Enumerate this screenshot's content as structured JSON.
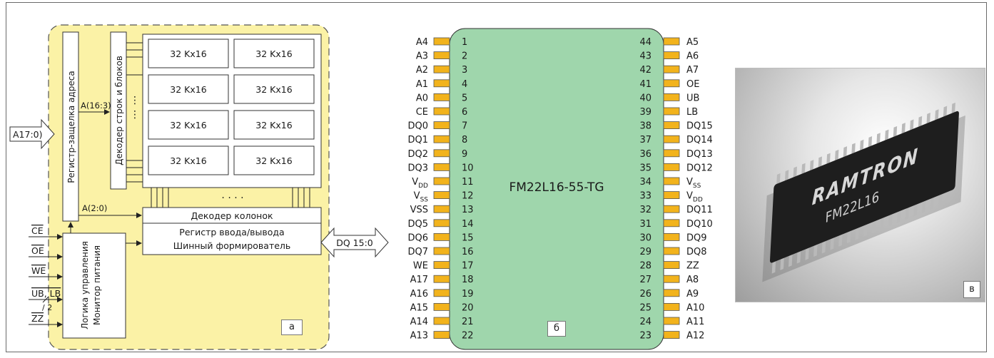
{
  "block_a": {
    "latch_label": "Регистр-защелка адреса",
    "decoder_rows_label": "Декодер строк и блоков",
    "cells": [
      "32 Kx16",
      "32 Kx16",
      "32 Kx16",
      "32 Kx16",
      "32 Kx16",
      "32 Kx16",
      "32 Kx16",
      "32 Kx16"
    ],
    "addr_input": "A17:0)",
    "bus_high": "A(16:3)",
    "bus_low": "A(2:0)",
    "col_decoder": "Декодер колонок",
    "io_line1": "Регистр ввода/вывода",
    "io_line2": "Шинный формирователь",
    "control_line1": "Логика управления",
    "control_line2": "Монитор питания",
    "signals": [
      "CE",
      "OE",
      "WE",
      "UB, LB",
      "ZZ"
    ],
    "fraction": "/ 2",
    "dq": "DQ 15:0",
    "tag": "a"
  },
  "block_b": {
    "chip_name": "FM22L16-55-TG",
    "left_pins": [
      {
        "num": "1",
        "name": "A4"
      },
      {
        "num": "2",
        "name": "A3"
      },
      {
        "num": "3",
        "name": "A2"
      },
      {
        "num": "4",
        "name": "A1"
      },
      {
        "num": "5",
        "name": "A0"
      },
      {
        "num": "6",
        "name": "CE"
      },
      {
        "num": "7",
        "name": "DQ0"
      },
      {
        "num": "8",
        "name": "DQ1"
      },
      {
        "num": "9",
        "name": "DQ2"
      },
      {
        "num": "10",
        "name": "DQ3"
      },
      {
        "num": "11",
        "name": "V",
        "sub": "DD"
      },
      {
        "num": "12",
        "name": "V",
        "sub": "SS"
      },
      {
        "num": "13",
        "name": "VSS"
      },
      {
        "num": "14",
        "name": "DQ5"
      },
      {
        "num": "15",
        "name": "DQ6"
      },
      {
        "num": "16",
        "name": "DQ7"
      },
      {
        "num": "17",
        "name": "WE"
      },
      {
        "num": "18",
        "name": "A17"
      },
      {
        "num": "19",
        "name": "A16"
      },
      {
        "num": "20",
        "name": "A15"
      },
      {
        "num": "21",
        "name": "A14"
      },
      {
        "num": "22",
        "name": "A13"
      }
    ],
    "right_pins": [
      {
        "num": "44",
        "name": "A5"
      },
      {
        "num": "43",
        "name": "A6"
      },
      {
        "num": "42",
        "name": "A7"
      },
      {
        "num": "41",
        "name": "OE"
      },
      {
        "num": "40",
        "name": "UB"
      },
      {
        "num": "39",
        "name": "LB"
      },
      {
        "num": "38",
        "name": "DQ15"
      },
      {
        "num": "37",
        "name": "DQ14"
      },
      {
        "num": "36",
        "name": "DQ13"
      },
      {
        "num": "35",
        "name": "DQ12"
      },
      {
        "num": "34",
        "name": "V",
        "sub": "SS"
      },
      {
        "num": "33",
        "name": "V",
        "sub": "DD"
      },
      {
        "num": "32",
        "name": "DQ11"
      },
      {
        "num": "31",
        "name": "DQ10"
      },
      {
        "num": "30",
        "name": "DQ9"
      },
      {
        "num": "29",
        "name": "DQ8"
      },
      {
        "num": "28",
        "name": "ZZ"
      },
      {
        "num": "27",
        "name": "A8"
      },
      {
        "num": "26",
        "name": "A9"
      },
      {
        "num": "25",
        "name": "A10"
      },
      {
        "num": "24",
        "name": "A11"
      },
      {
        "num": "23",
        "name": "A12"
      }
    ],
    "tag": "б"
  },
  "block_c": {
    "brand": "RAMTRON",
    "part": "FM22L16",
    "tag": "в"
  },
  "colors": {
    "yellow_fill": "#fbf2a6",
    "chip_green": "#9fd6ac",
    "pin_orange": "#f2b31c"
  }
}
